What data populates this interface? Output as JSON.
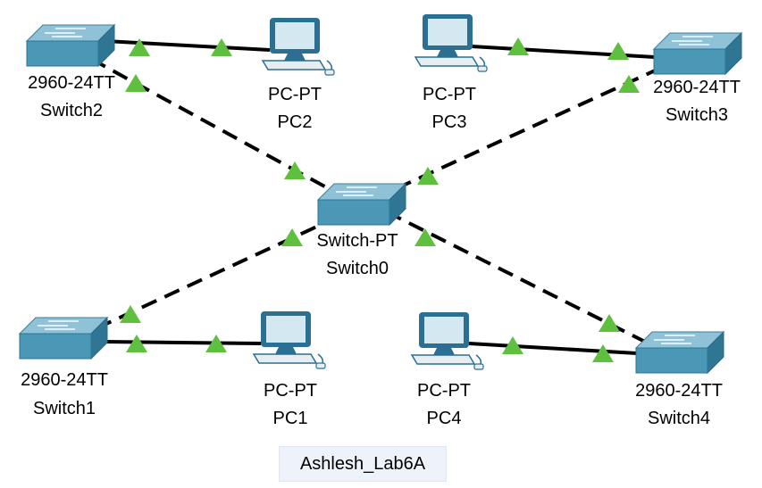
{
  "colors": {
    "link": "#000000",
    "link_up_indicator": "#5fbf3f",
    "switch_top": "#8fc2d6",
    "switch_front": "#3f8fae",
    "pc_body": "#2b6f92",
    "pc_screen": "#d4e8f2"
  },
  "devices": {
    "switch0": {
      "model": "Switch-PT",
      "name": "Switch0"
    },
    "switch1": {
      "model": "2960-24TT",
      "name": "Switch1"
    },
    "switch2": {
      "model": "2960-24TT",
      "name": "Switch2"
    },
    "switch3": {
      "model": "2960-24TT",
      "name": "Switch3"
    },
    "switch4": {
      "model": "2960-24TT",
      "name": "Switch4"
    },
    "pc1": {
      "model": "PC-PT",
      "name": "PC1"
    },
    "pc2": {
      "model": "PC-PT",
      "name": "PC2"
    },
    "pc3": {
      "model": "PC-PT",
      "name": "PC3"
    },
    "pc4": {
      "model": "PC-PT",
      "name": "PC4"
    }
  },
  "links": [
    {
      "from": "switch2",
      "to": "pc2",
      "type": "straight-through",
      "status": "up"
    },
    {
      "from": "pc3",
      "to": "switch3",
      "type": "straight-through",
      "status": "up"
    },
    {
      "from": "switch1",
      "to": "pc1",
      "type": "straight-through",
      "status": "up"
    },
    {
      "from": "pc4",
      "to": "switch4",
      "type": "straight-through",
      "status": "up"
    },
    {
      "from": "switch2",
      "to": "switch0",
      "type": "crossover",
      "status": "up"
    },
    {
      "from": "switch3",
      "to": "switch0",
      "type": "crossover",
      "status": "up"
    },
    {
      "from": "switch1",
      "to": "switch0",
      "type": "crossover",
      "status": "up"
    },
    {
      "from": "switch4",
      "to": "switch0",
      "type": "crossover",
      "status": "up"
    }
  ],
  "note": "Ashlesh_Lab6A"
}
